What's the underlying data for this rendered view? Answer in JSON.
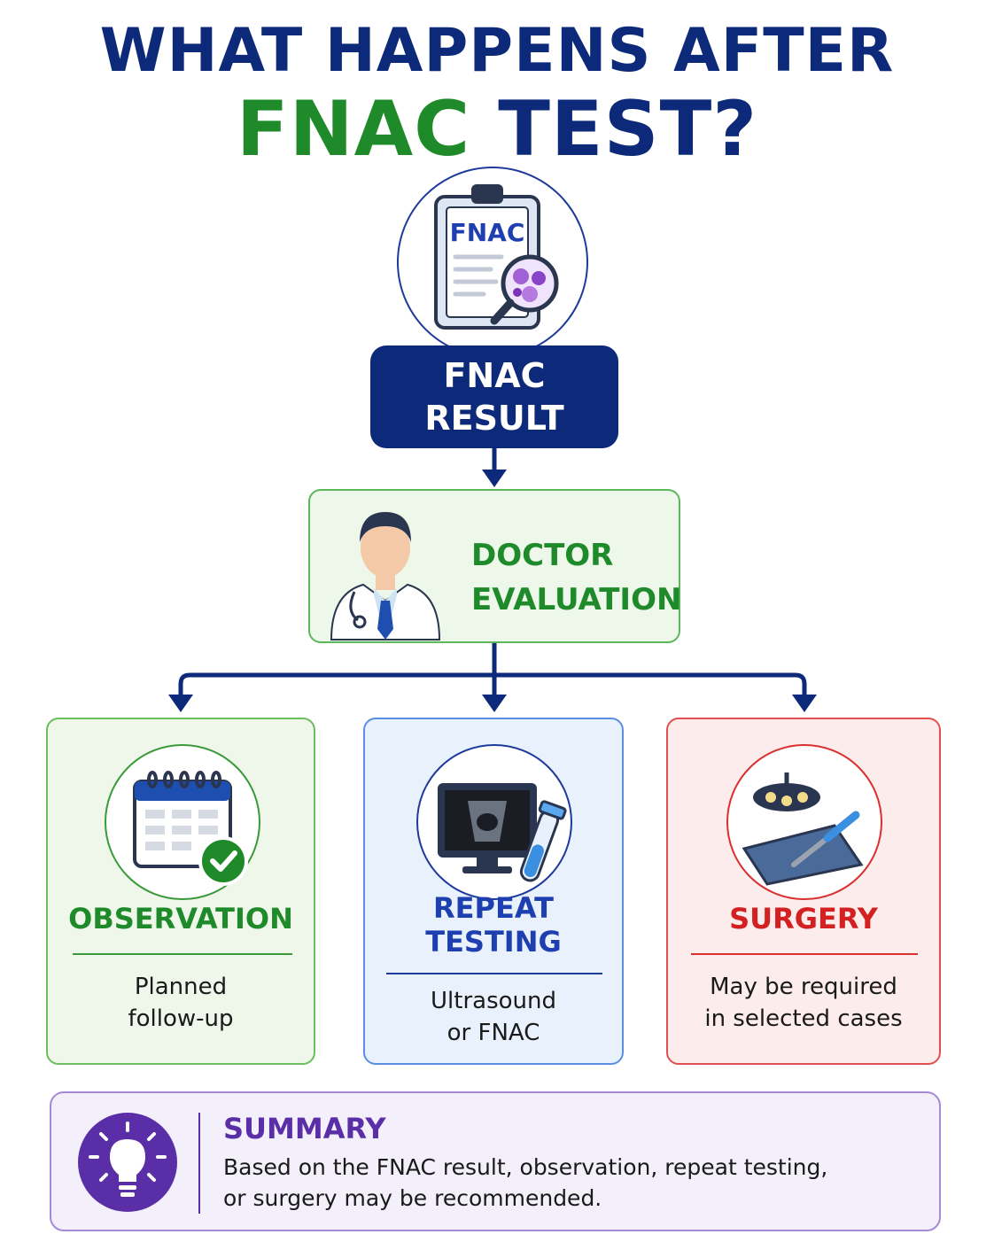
{
  "title": {
    "line1": "WHAT HAPPENS AFTER",
    "line2_highlight": "FNAC",
    "line2_rest": " TEST?"
  },
  "top_icon": {
    "clipboard_label": "FNAC",
    "icon": "clipboard-magnifier-icon"
  },
  "result_box": {
    "line1": "FNAC",
    "line2": "RESULT"
  },
  "doctor_box": {
    "icon": "doctor-icon",
    "line1": "DOCTOR",
    "line2": "EVALUATION"
  },
  "options": [
    {
      "icon": "calendar-check-icon",
      "title_line1": "OBSERVATION",
      "title_line2": "",
      "desc_line1": "Planned",
      "desc_line2": "follow-up",
      "color": "#1f8a2a"
    },
    {
      "icon": "ultrasound-test-tube-icon",
      "title_line1": "REPEAT",
      "title_line2": "TESTING",
      "desc_line1": "Ultrasound",
      "desc_line2": "or FNAC",
      "color": "#1e3fb0"
    },
    {
      "icon": "surgical-light-scalpel-icon",
      "title_line1": "SURGERY",
      "title_line2": "",
      "desc_line1": "May be required",
      "desc_line2": "in selected cases",
      "color": "#d32020"
    }
  ],
  "summary": {
    "icon": "lightbulb-icon",
    "title": "SUMMARY",
    "line1": "Based on the FNAC result, observation, repeat testing,",
    "line2": "or surgery may be recommended."
  },
  "colors": {
    "navy": "#0d2a7a",
    "green": "#1f8a2a",
    "blue": "#1e3fb0",
    "red": "#d32020",
    "purple": "#5a2ea6"
  }
}
